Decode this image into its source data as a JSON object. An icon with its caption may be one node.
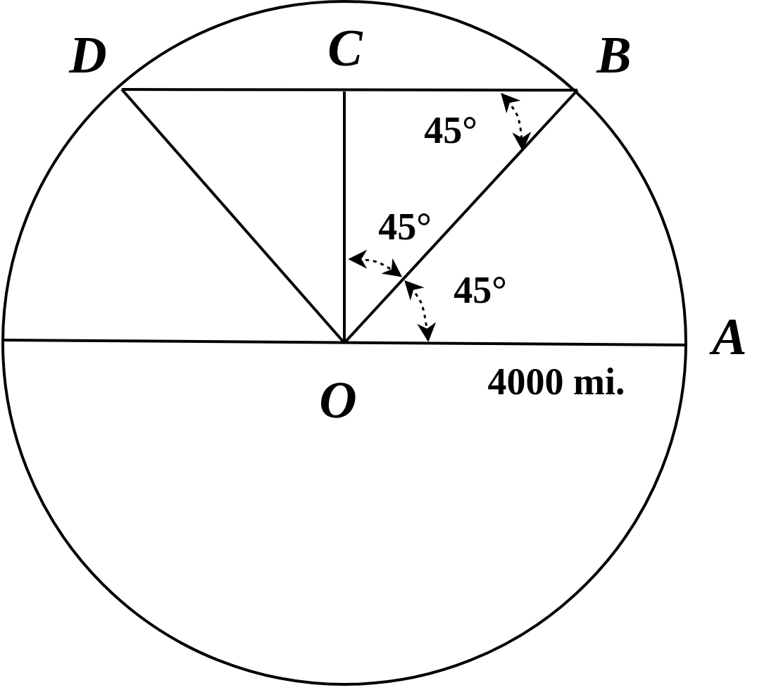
{
  "diagram": {
    "labels": [
      "D",
      "C",
      "B",
      "45°",
      "45°",
      "45°",
      "A",
      "4000 mi.",
      "O"
    ]
  }
}
